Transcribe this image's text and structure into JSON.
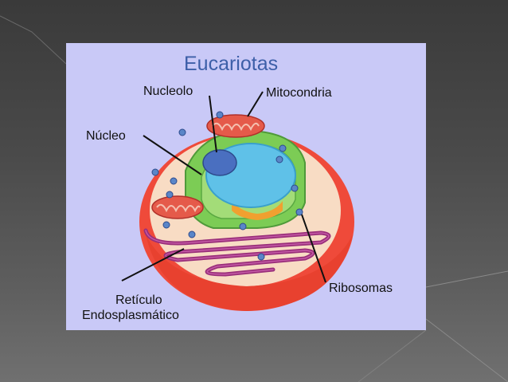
{
  "diagram": {
    "title": "Eucariotas",
    "labels": {
      "nucleolo": "Nucleolo",
      "mitocondria": "Mitocondria",
      "nucleo": "Núcleo",
      "ribosomas": "Ribosomas",
      "reticulo_1": "Retículo",
      "reticulo_2": "Endosplasmático"
    },
    "colors": {
      "figure_background": "#c9c9f7",
      "cell_membrane": "#ef4a3a",
      "cytoplasm": "#f8dcc4",
      "nucleus": "#5fc1e8",
      "nucleolus": "#4a6fc0",
      "golgi": "#7ccc55",
      "reticulum": "#9a2f7a",
      "mitochondria": "#e55a4a",
      "ribosome": "#5a86c8",
      "title": "#3d5fa8"
    }
  }
}
